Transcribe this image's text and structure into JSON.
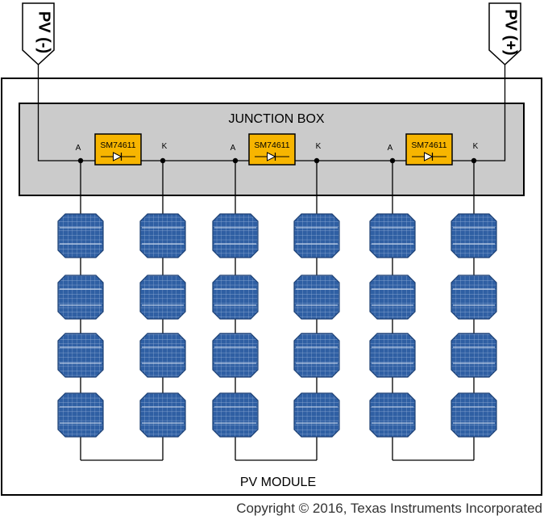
{
  "terminals": {
    "negative": {
      "label": "PV (-)",
      "color": "#c01b1b"
    },
    "positive": {
      "label": "PV (+)",
      "color": "#1e4e8c"
    }
  },
  "module": {
    "label": "PV MODULE"
  },
  "junction_box": {
    "label": "JUNCTION BOX",
    "fill": "#cbcbcb"
  },
  "diodes": [
    {
      "label": "SM74611",
      "anode": "A",
      "cathode": "K"
    },
    {
      "label": "SM74611",
      "anode": "A",
      "cathode": "K"
    },
    {
      "label": "SM74611",
      "anode": "A",
      "cathode": "K"
    }
  ],
  "cells": {
    "columns": 6,
    "rows": 4,
    "color": "#2f5fa3"
  },
  "diode_fill": "#f7b500",
  "copyright": "Copyright © 2016, Texas Instruments Incorporated"
}
